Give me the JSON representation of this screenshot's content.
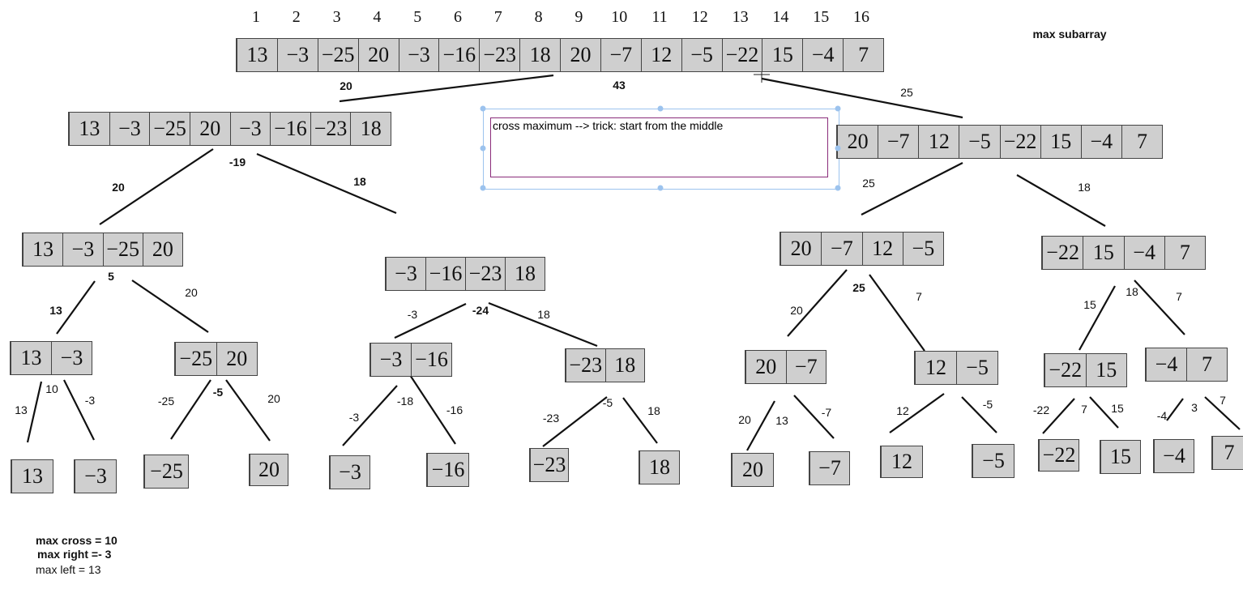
{
  "title": "max subarray",
  "index_numbers": [
    "1",
    "2",
    "3",
    "4",
    "5",
    "6",
    "7",
    "8",
    "9",
    "10",
    "11",
    "12",
    "13",
    "14",
    "15",
    "16"
  ],
  "arrays": [
    {
      "name": "root",
      "values": [
        "13",
        "−3",
        "−25",
        "20",
        "−3",
        "−16",
        "−23",
        "18",
        "20",
        "−7",
        "12",
        "−5",
        "−22",
        "15",
        "−4",
        "7"
      ]
    },
    {
      "name": "l1-left",
      "values": [
        "13",
        "−3",
        "−25",
        "20",
        "−3",
        "−16",
        "−23",
        "18"
      ]
    },
    {
      "name": "l1-right",
      "values": [
        "20",
        "−7",
        "12",
        "−5",
        "−22",
        "15",
        "−4",
        "7"
      ]
    },
    {
      "name": "l2-a",
      "values": [
        "13",
        "−3",
        "−25",
        "20"
      ]
    },
    {
      "name": "l2-b",
      "values": [
        "−3",
        "−16",
        "−23",
        "18"
      ]
    },
    {
      "name": "l2-c",
      "values": [
        "20",
        "−7",
        "12",
        "−5"
      ]
    },
    {
      "name": "l2-d",
      "values": [
        "−22",
        "15",
        "−4",
        "7"
      ]
    },
    {
      "name": "l3-a",
      "values": [
        "13",
        "−3"
      ]
    },
    {
      "name": "l3-b",
      "values": [
        "−25",
        "20"
      ]
    },
    {
      "name": "l3-c",
      "values": [
        "−3",
        "−16"
      ]
    },
    {
      "name": "l3-d",
      "values": [
        "−23",
        "18"
      ]
    },
    {
      "name": "l3-e",
      "values": [
        "20",
        "−7"
      ]
    },
    {
      "name": "l3-f",
      "values": [
        "12",
        "−5"
      ]
    },
    {
      "name": "l3-g",
      "values": [
        "−22",
        "15"
      ]
    },
    {
      "name": "l3-h",
      "values": [
        "−4",
        "7"
      ]
    },
    {
      "name": "leaf",
      "values": [
        "13"
      ]
    },
    {
      "name": "leaf",
      "values": [
        "−3"
      ]
    },
    {
      "name": "leaf",
      "values": [
        "−25"
      ]
    },
    {
      "name": "leaf",
      "values": [
        "20"
      ]
    },
    {
      "name": "leaf",
      "values": [
        "−3"
      ]
    },
    {
      "name": "leaf",
      "values": [
        "−16"
      ]
    },
    {
      "name": "leaf",
      "values": [
        "−23"
      ]
    },
    {
      "name": "leaf",
      "values": [
        "18"
      ]
    },
    {
      "name": "leaf",
      "values": [
        "20"
      ]
    },
    {
      "name": "leaf",
      "values": [
        "−7"
      ]
    },
    {
      "name": "leaf",
      "values": [
        "12"
      ]
    },
    {
      "name": "leaf",
      "values": [
        "−5"
      ]
    },
    {
      "name": "leaf",
      "values": [
        "−22"
      ]
    },
    {
      "name": "leaf",
      "values": [
        "15"
      ]
    },
    {
      "name": "leaf",
      "values": [
        "−4"
      ]
    },
    {
      "name": "leaf",
      "values": [
        "7"
      ]
    }
  ],
  "labels": [
    "20",
    "43",
    "25",
    "-19",
    "20",
    "18",
    "25",
    "18",
    "5",
    "13",
    "20",
    "-24",
    "-3",
    "18",
    "25",
    "20",
    "7",
    "18",
    "15",
    "7",
    "10",
    "13",
    "-3",
    "-5",
    "-25",
    "20",
    "-18",
    "-3",
    "-16",
    "-5",
    "-23",
    "18",
    "20",
    "13",
    "-7",
    "12",
    "-5",
    "-22",
    "7",
    "15",
    "-4",
    "3",
    "7"
  ],
  "text_box": "cross maximum --> trick: start from the middle",
  "notes": [
    "max cross = 10",
    "max right =- 3",
    "max left = 13"
  ]
}
